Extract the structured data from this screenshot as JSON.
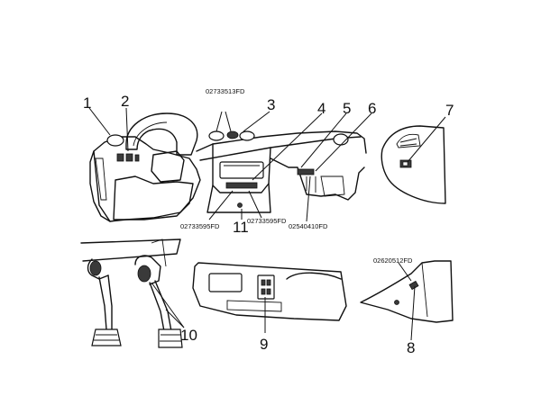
{
  "callouts": {
    "c1": "1",
    "c2": "2",
    "c3": "3",
    "c4": "4",
    "c5": "5",
    "c6": "6",
    "c7": "7",
    "c8": "8",
    "c9": "9",
    "c10": "10",
    "c11": "11"
  },
  "codes": {
    "top": "02733513FD",
    "left_lower": "02733595FD",
    "mid_lower": "02733595FD",
    "right_lower": "02540410FD",
    "door": "02620512FD"
  }
}
